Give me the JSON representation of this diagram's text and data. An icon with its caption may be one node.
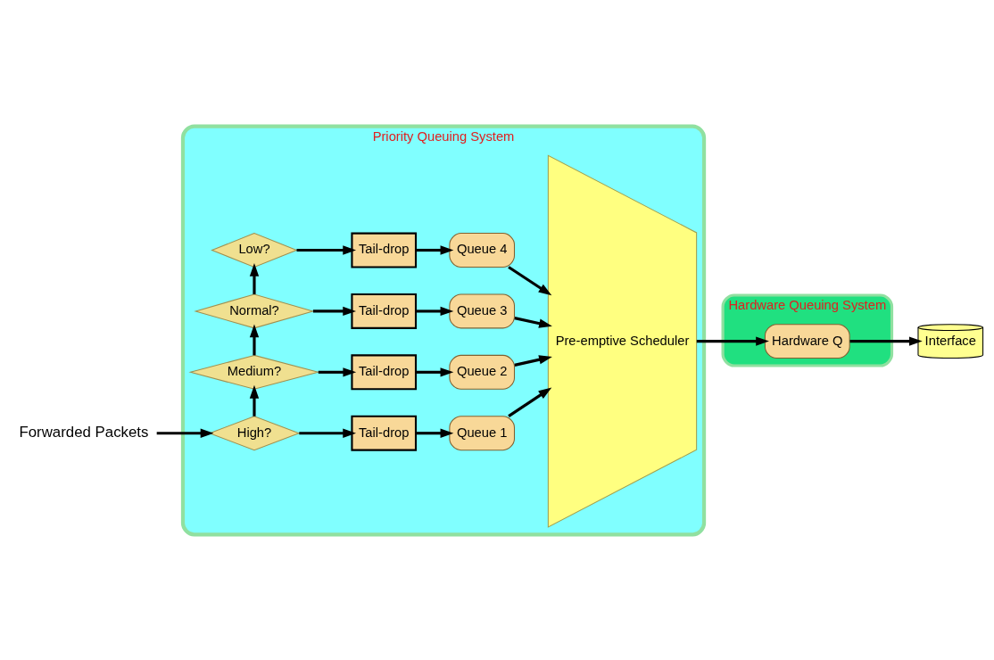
{
  "diagram": {
    "nodes": [
      {
        "text": [
          "Forwarded Packets"
        ]
      },
      {
        "text": [
          "Priority Queuing System"
        ]
      },
      {
        "text": [
          "High?"
        ],
        "in": 1
      },
      {
        "text": [
          "Tail-drop"
        ],
        "in": 1
      },
      {
        "text": [
          "Queue 1"
        ],
        "in": 1
      },
      {
        "text": [
          "Medium?"
        ],
        "in": 1
      },
      {
        "text": [
          "Tail-drop"
        ],
        "in": 1
      },
      {
        "text": [
          "Queue 2"
        ],
        "in": 1
      },
      {
        "text": [
          "Normal?"
        ],
        "in": 1
      },
      {
        "text": [
          "Tail-drop"
        ],
        "in": 1
      },
      {
        "text": [
          "Queue 3"
        ],
        "in": 1
      },
      {
        "text": [
          "Low?"
        ],
        "in": 1
      },
      {
        "text": [
          "Tail-drop"
        ],
        "in": 1
      },
      {
        "text": [
          "Queue 4"
        ],
        "in": 1
      },
      {
        "text": [
          "Pre-emptive Scheduler"
        ],
        "in": 1
      },
      {
        "text": [
          "Hardware Queuing System"
        ]
      },
      {
        "text": [
          "Hardware Q"
        ],
        "in": 15
      },
      {
        "text": [
          "Interface"
        ]
      }
    ],
    "edges": [
      {
        "from": 0,
        "to": 2,
        "arrow": "to"
      },
      {
        "from": 2,
        "to": 3,
        "arrow": "to"
      },
      {
        "from": 3,
        "to": 4,
        "arrow": "to"
      },
      {
        "from": 4,
        "to": 14,
        "arrow": "to"
      },
      {
        "from": 2,
        "to": 5,
        "arrow": "to"
      },
      {
        "from": 5,
        "to": 6,
        "arrow": "to"
      },
      {
        "from": 6,
        "to": 7,
        "arrow": "to"
      },
      {
        "from": 7,
        "to": 14,
        "arrow": "to"
      },
      {
        "from": 5,
        "to": 8,
        "arrow": "to"
      },
      {
        "from": 8,
        "to": 9,
        "arrow": "to"
      },
      {
        "from": 9,
        "to": 10,
        "arrow": "to"
      },
      {
        "from": 10,
        "to": 14,
        "arrow": "to"
      },
      {
        "from": 8,
        "to": 11,
        "arrow": "to"
      },
      {
        "from": 11,
        "to": 12,
        "arrow": "to"
      },
      {
        "from": 12,
        "to": 13,
        "arrow": "to"
      },
      {
        "from": 13,
        "to": 14,
        "arrow": "to"
      },
      {
        "from": 14,
        "to": 16,
        "arrow": "to"
      },
      {
        "from": 16,
        "to": 17,
        "arrow": "to"
      }
    ]
  }
}
